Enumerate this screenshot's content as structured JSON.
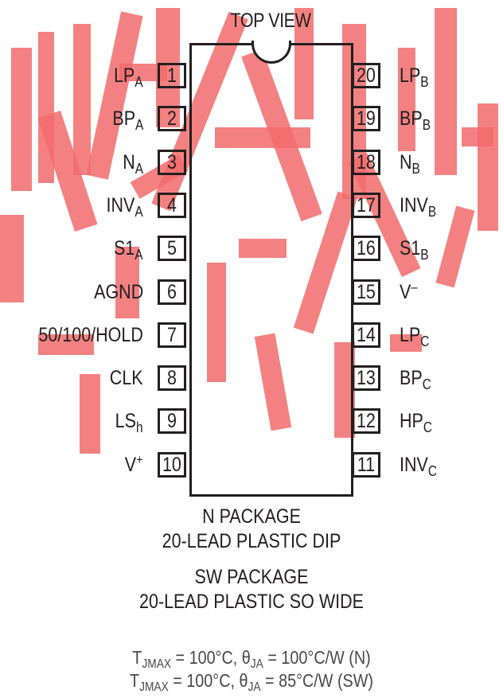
{
  "title": "TOP VIEW",
  "left_pins": [
    {
      "num": "1",
      "name": "LP",
      "sub": "A",
      "sup": ""
    },
    {
      "num": "2",
      "name": "BP",
      "sub": "A",
      "sup": ""
    },
    {
      "num": "3",
      "name": "N",
      "sub": "A",
      "sup": ""
    },
    {
      "num": "4",
      "name": "INV",
      "sub": "A",
      "sup": ""
    },
    {
      "num": "5",
      "name": "S1",
      "sub": "A",
      "sup": ""
    },
    {
      "num": "6",
      "name": "AGND",
      "sub": "",
      "sup": ""
    },
    {
      "num": "7",
      "name": "50/100/HOLD",
      "sub": "",
      "sup": ""
    },
    {
      "num": "8",
      "name": "CLK",
      "sub": "",
      "sup": ""
    },
    {
      "num": "9",
      "name": "LS",
      "sub": "h",
      "sup": ""
    },
    {
      "num": "10",
      "name": "V",
      "sub": "",
      "sup": "+"
    }
  ],
  "right_pins": [
    {
      "num": "20",
      "name": "LP",
      "sub": "B",
      "sup": ""
    },
    {
      "num": "19",
      "name": "BP",
      "sub": "B",
      "sup": ""
    },
    {
      "num": "18",
      "name": "N",
      "sub": "B",
      "sup": ""
    },
    {
      "num": "17",
      "name": "INV",
      "sub": "B",
      "sup": ""
    },
    {
      "num": "16",
      "name": "S1",
      "sub": "B",
      "sup": ""
    },
    {
      "num": "15",
      "name": "V",
      "sub": "",
      "sup": "–"
    },
    {
      "num": "14",
      "name": "LP",
      "sub": "C",
      "sup": ""
    },
    {
      "num": "13",
      "name": "BP",
      "sub": "C",
      "sup": ""
    },
    {
      "num": "12",
      "name": "HP",
      "sub": "C",
      "sup": ""
    },
    {
      "num": "11",
      "name": "INV",
      "sub": "C",
      "sup": ""
    }
  ],
  "packages": {
    "n_line1": "N PACKAGE",
    "n_line2": "20-LEAD PLASTIC DIP",
    "sw_line1": "SW PACKAGE",
    "sw_line2": "20-LEAD PLASTIC SO WIDE"
  },
  "thermal": [
    {
      "t": "T",
      "t_sub": "JMAX",
      "t_val": " = 100°C, ",
      "theta": "θ",
      "theta_sub": "JA",
      "theta_val": " = 100°C/W (N)"
    },
    {
      "t": "T",
      "t_sub": "JMAX",
      "t_val": " = 100°C, ",
      "theta": "θ",
      "theta_sub": "JA",
      "theta_val": " = 85°C/W (SW)"
    }
  ],
  "colors": {
    "line": "#231f20",
    "watermark": "#f26b6b"
  }
}
